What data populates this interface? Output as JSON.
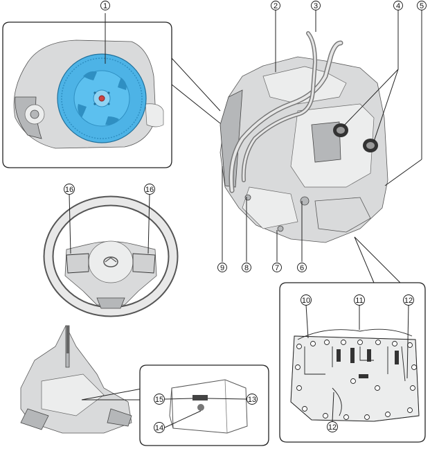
{
  "callouts": [
    {
      "id": "c1",
      "label": "1"
    },
    {
      "id": "c2",
      "label": "2"
    },
    {
      "id": "c3",
      "label": "3"
    },
    {
      "id": "c4",
      "label": "4"
    },
    {
      "id": "c5",
      "label": "5"
    },
    {
      "id": "c6",
      "label": "6"
    },
    {
      "id": "c7",
      "label": "7"
    },
    {
      "id": "c8",
      "label": "8"
    },
    {
      "id": "c9",
      "label": "9"
    },
    {
      "id": "c10",
      "label": "10"
    },
    {
      "id": "c11",
      "label": "11"
    },
    {
      "id": "c12a",
      "label": "12"
    },
    {
      "id": "c12b",
      "label": "12"
    },
    {
      "id": "c13",
      "label": "13"
    },
    {
      "id": "c14",
      "label": "14"
    },
    {
      "id": "c15",
      "label": "15"
    },
    {
      "id": "c16a",
      "label": "16"
    },
    {
      "id": "c16b",
      "label": "16"
    }
  ],
  "colors": {
    "drive_plate": "#4db3e6",
    "drive_plate_dark": "#2f8fc2",
    "metal": "#d9dadb",
    "outline": "#222222"
  }
}
